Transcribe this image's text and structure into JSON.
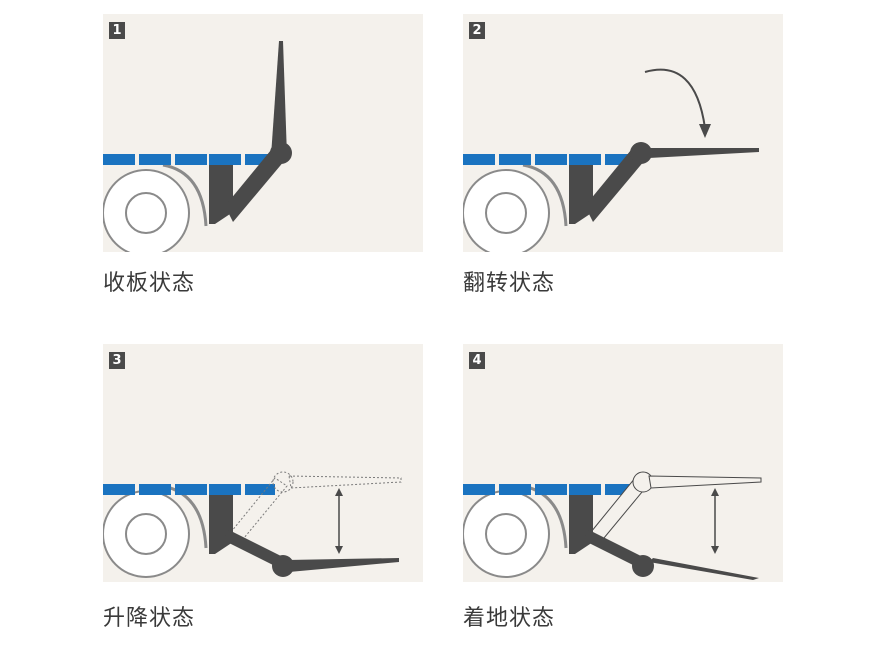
{
  "panels": [
    {
      "number": "1",
      "caption": "收板状态"
    },
    {
      "number": "2",
      "caption": "翻转状态"
    },
    {
      "number": "3",
      "caption": "升降状态"
    },
    {
      "number": "4",
      "caption": "着地状态"
    }
  ],
  "colors": {
    "panel_background": "#f4f1ec",
    "truck_bed": "#1a73c0",
    "mechanism": "#4a4a4a",
    "wheel_outline": "#8a8a8a"
  }
}
